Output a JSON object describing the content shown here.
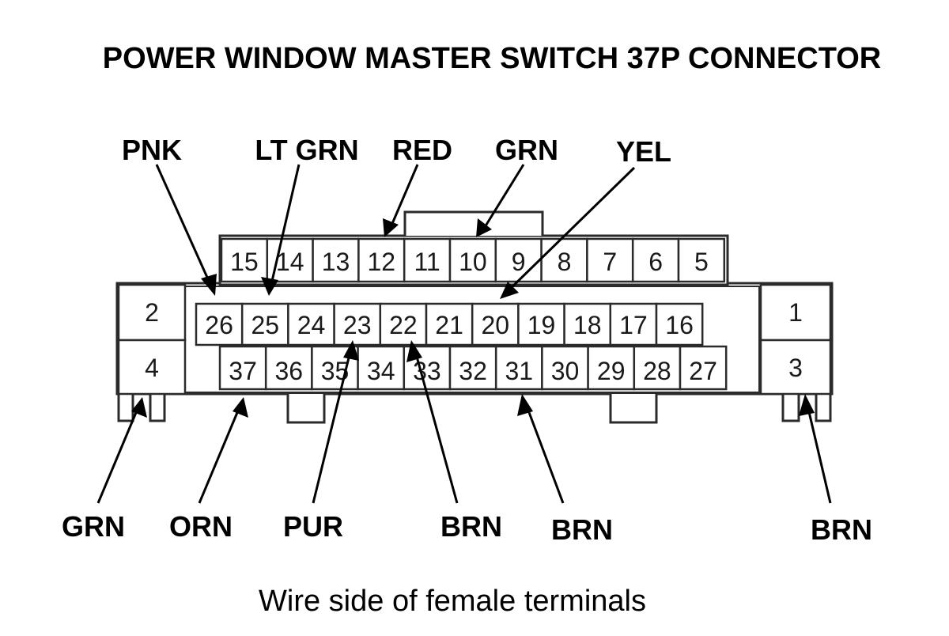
{
  "title": "POWER WINDOW MASTER SWITCH 37P CONNECTOR",
  "caption": "Wire side of female terminals",
  "rows": {
    "top": [
      "15",
      "14",
      "13",
      "12",
      "11",
      "10",
      "9",
      "8",
      "7",
      "6",
      "5"
    ],
    "middle": [
      "26",
      "25",
      "24",
      "23",
      "22",
      "21",
      "20",
      "19",
      "18",
      "17",
      "16"
    ],
    "bottom": [
      "37",
      "36",
      "35",
      "34",
      "33",
      "32",
      "31",
      "30",
      "29",
      "28",
      "27"
    ],
    "left_side": [
      "2",
      "4"
    ],
    "right_side": [
      "1",
      "3"
    ]
  },
  "wires": [
    {
      "terminal": "26",
      "color": "PNK"
    },
    {
      "terminal": "25",
      "color": "LT GRN"
    },
    {
      "terminal": "12",
      "color": "RED"
    },
    {
      "terminal": "10",
      "color": "GRN"
    },
    {
      "terminal": "20",
      "color": "YEL"
    },
    {
      "terminal": "4",
      "color": "GRN"
    },
    {
      "terminal": "37",
      "color": "ORN"
    },
    {
      "terminal": "23",
      "color": "PUR"
    },
    {
      "terminal": "22",
      "color": "BRN"
    },
    {
      "terminal": "31",
      "color": "BRN"
    },
    {
      "terminal": "3",
      "color": "BRN"
    }
  ]
}
